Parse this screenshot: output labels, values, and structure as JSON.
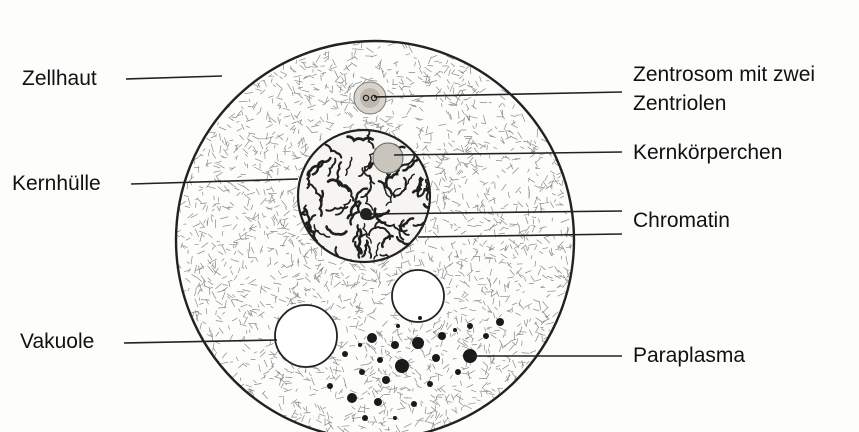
{
  "diagram": {
    "labels": {
      "zellhaut": "Zellhaut",
      "kernhuelle": "Kernhülle",
      "vakuole": "Vakuole",
      "zentrosom_line1": "Zentrosom mit zwei",
      "zentrosom_line2": "Zentriolen",
      "kernkoerperchen": "Kernkörperchen",
      "chromatin": "Chromatin",
      "paraplasma": "Paraplasma"
    },
    "colors": {
      "ink": "#222222",
      "label_text": "#111111",
      "background": "#fdfdfb"
    }
  }
}
